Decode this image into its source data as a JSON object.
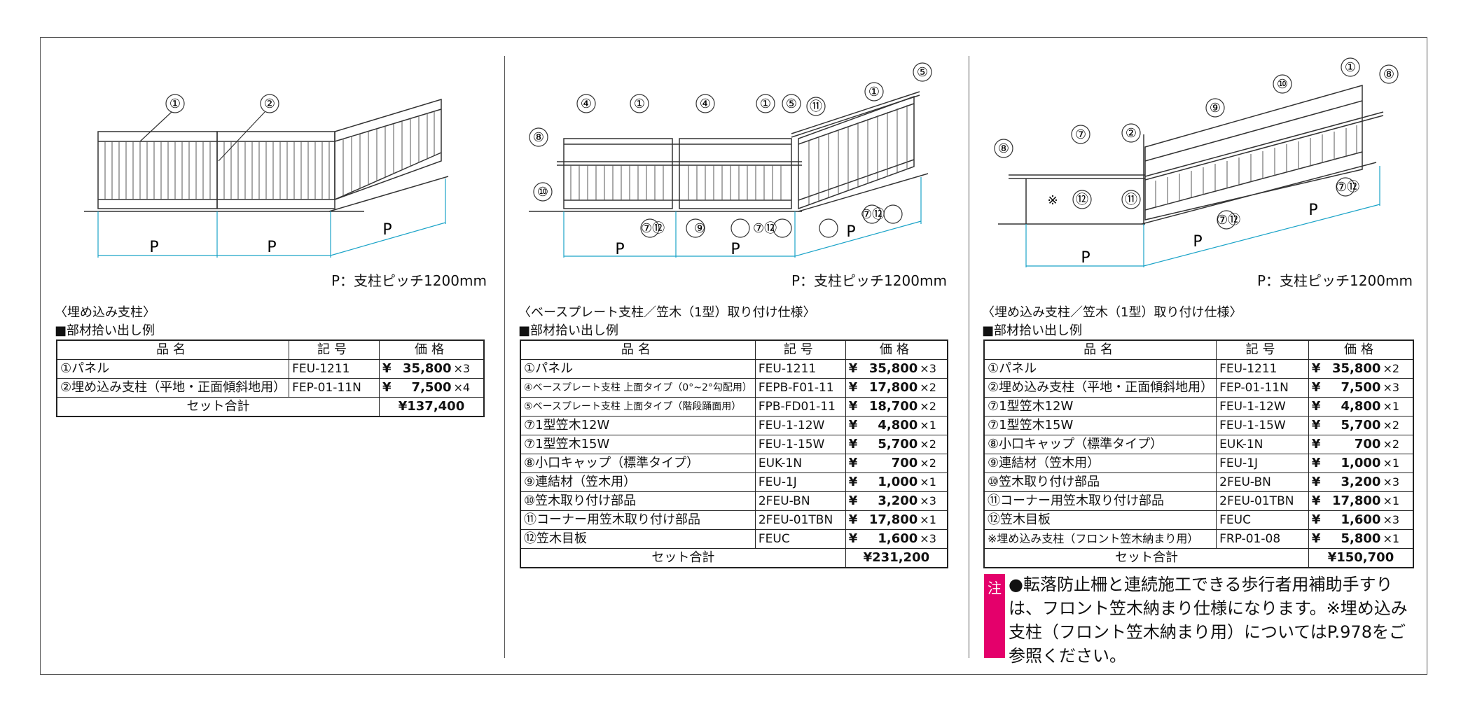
{
  "pitch_label": "P：支柱ピッチ1200mm",
  "sections": [
    {
      "title": "〈埋め込み支柱〉",
      "subtitle": "■部材拾い出し例",
      "headers": [
        "品名",
        "記号",
        "価格"
      ],
      "rows": [
        {
          "name": "①パネル",
          "code": "FEU-1211",
          "yen": "¥",
          "price": "35,800",
          "qty": "×3"
        },
        {
          "name": "②埋め込み支柱（平地・正面傾斜地用）",
          "code": "FEP-01-11N",
          "yen": "¥",
          "price": "7,500",
          "qty": "×4"
        }
      ],
      "total_label": "セット合計",
      "total": "¥137,400"
    },
    {
      "title": "〈ベースプレート支柱／笠木（1型）取り付け仕様〉",
      "subtitle": "■部材拾い出し例",
      "headers": [
        "品名",
        "記号",
        "価格"
      ],
      "rows": [
        {
          "name": "①パネル",
          "code": "FEU-1211",
          "yen": "¥",
          "price": "35,800",
          "qty": "×3"
        },
        {
          "name": "④ベースプレート支柱 上面タイプ（0°~2°勾配用）",
          "code": "FEPB-F01-11",
          "yen": "¥",
          "price": "17,800",
          "qty": "×2"
        },
        {
          "name": "⑤ベースプレート支柱 上面タイプ（階段踊面用）",
          "code": "FPB-FD01-11",
          "yen": "¥",
          "price": "18,700",
          "qty": "×2"
        },
        {
          "name": "⑦1型笠木12W",
          "code": "FEU-1-12W",
          "yen": "¥",
          "price": "4,800",
          "qty": "×1"
        },
        {
          "name": "⑦1型笠木15W",
          "code": "FEU-1-15W",
          "yen": "¥",
          "price": "5,700",
          "qty": "×2"
        },
        {
          "name": "⑧小口キャップ（標準タイプ）",
          "code": "EUK-1N",
          "yen": "¥",
          "price": "700",
          "qty": "×2"
        },
        {
          "name": "⑨連結材（笠木用）",
          "code": "FEU-1J",
          "yen": "¥",
          "price": "1,000",
          "qty": "×1"
        },
        {
          "name": "⑩笠木取り付け部品",
          "code": "2FEU-BN",
          "yen": "¥",
          "price": "3,200",
          "qty": "×3"
        },
        {
          "name": "⑪コーナー用笠木取り付け部品",
          "code": "2FEU-01TBN",
          "yen": "¥",
          "price": "17,800",
          "qty": "×1"
        },
        {
          "name": "⑫笠木目板",
          "code": "FEUC",
          "yen": "¥",
          "price": "1,600",
          "qty": "×3"
        }
      ],
      "total_label": "セット合計",
      "total": "¥231,200"
    },
    {
      "title": "〈埋め込み支柱／笠木（1型）取り付け仕様〉",
      "subtitle": "■部材拾い出し例",
      "headers": [
        "品名",
        "記号",
        "価格"
      ],
      "rows": [
        {
          "name": "①パネル",
          "code": "FEU-1211",
          "yen": "¥",
          "price": "35,800",
          "qty": "×2"
        },
        {
          "name": "②埋め込み支柱（平地・正面傾斜地用）",
          "code": "FEP-01-11N",
          "yen": "¥",
          "price": "7,500",
          "qty": "×3"
        },
        {
          "name": "⑦1型笠木12W",
          "code": "FEU-1-12W",
          "yen": "¥",
          "price": "4,800",
          "qty": "×1"
        },
        {
          "name": "⑦1型笠木15W",
          "code": "FEU-1-15W",
          "yen": "¥",
          "price": "5,700",
          "qty": "×2"
        },
        {
          "name": "⑧小口キャップ（標準タイプ）",
          "code": "EUK-1N",
          "yen": "¥",
          "price": "700",
          "qty": "×2"
        },
        {
          "name": "⑨連結材（笠木用）",
          "code": "FEU-1J",
          "yen": "¥",
          "price": "1,000",
          "qty": "×1"
        },
        {
          "name": "⑩笠木取り付け部品",
          "code": "2FEU-BN",
          "yen": "¥",
          "price": "3,200",
          "qty": "×3"
        },
        {
          "name": "⑪コーナー用笠木取り付け部品",
          "code": "2FEU-01TBN",
          "yen": "¥",
          "price": "17,800",
          "qty": "×1"
        },
        {
          "name": "⑫笠木目板",
          "code": "FEUC",
          "yen": "¥",
          "price": "1,600",
          "qty": "×3"
        },
        {
          "name": "※埋め込み支柱（フロント笠木納まり用）",
          "code": "FRP-01-08",
          "yen": "¥",
          "price": "5,800",
          "qty": "×1"
        }
      ],
      "total_label": "セット合計",
      "total": "¥150,700"
    }
  ],
  "note": {
    "badge": "注",
    "text": "●転落防止柵と連続施工できる歩行者用補助手すりは、フロント笠木納まり仕様になります。※埋め込み支柱（フロント笠木納まり用）についてはP.978をご参照ください。"
  },
  "diagram_labels": {
    "d1": [
      "①",
      "②",
      "P",
      "P",
      "P"
    ],
    "d2": [
      "④",
      "①",
      "④",
      "①",
      "⑤",
      "⑪",
      "①",
      "⑤",
      "⑧",
      "⑩",
      "⑦⑫",
      "⑨",
      "⑦⑫",
      "⑦⑫",
      "P",
      "P",
      "P"
    ],
    "d3": [
      "⑧",
      "⑦",
      "②",
      "⑨",
      "⑩",
      "①",
      "⑧",
      "※",
      "⑫",
      "⑪",
      "⑦⑫",
      "⑦⑫",
      "P",
      "P",
      "P"
    ]
  }
}
